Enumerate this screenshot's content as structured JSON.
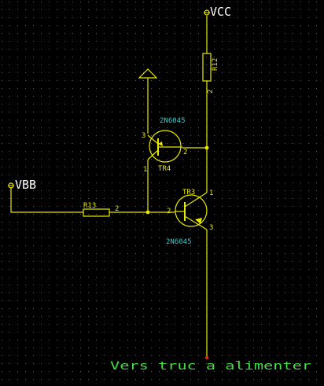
{
  "schematic": {
    "nets": {
      "vcc": "VCC",
      "vbb": "VBB",
      "output": "Vers truc a alimenter"
    },
    "resistors": [
      {
        "ref": "R12",
        "pin": "2"
      },
      {
        "ref": "R13",
        "pin": "2"
      }
    ],
    "transistors": [
      {
        "ref": "TR4",
        "part": "2N6045",
        "pins": {
          "c": "3",
          "b": "2",
          "e": "1"
        }
      },
      {
        "ref": "TR3",
        "part": "2N6045",
        "pins": {
          "c": "1",
          "b": "2",
          "e": "3"
        }
      }
    ],
    "colors": {
      "background": "#000000",
      "grid": "#5a5a5a",
      "wire": "#e8e800",
      "part_label": "#3cc8c8",
      "net_label": "#ffffff",
      "output_label": "#44dd44",
      "junction": "#e8e800",
      "probe": "#ff2020"
    }
  }
}
